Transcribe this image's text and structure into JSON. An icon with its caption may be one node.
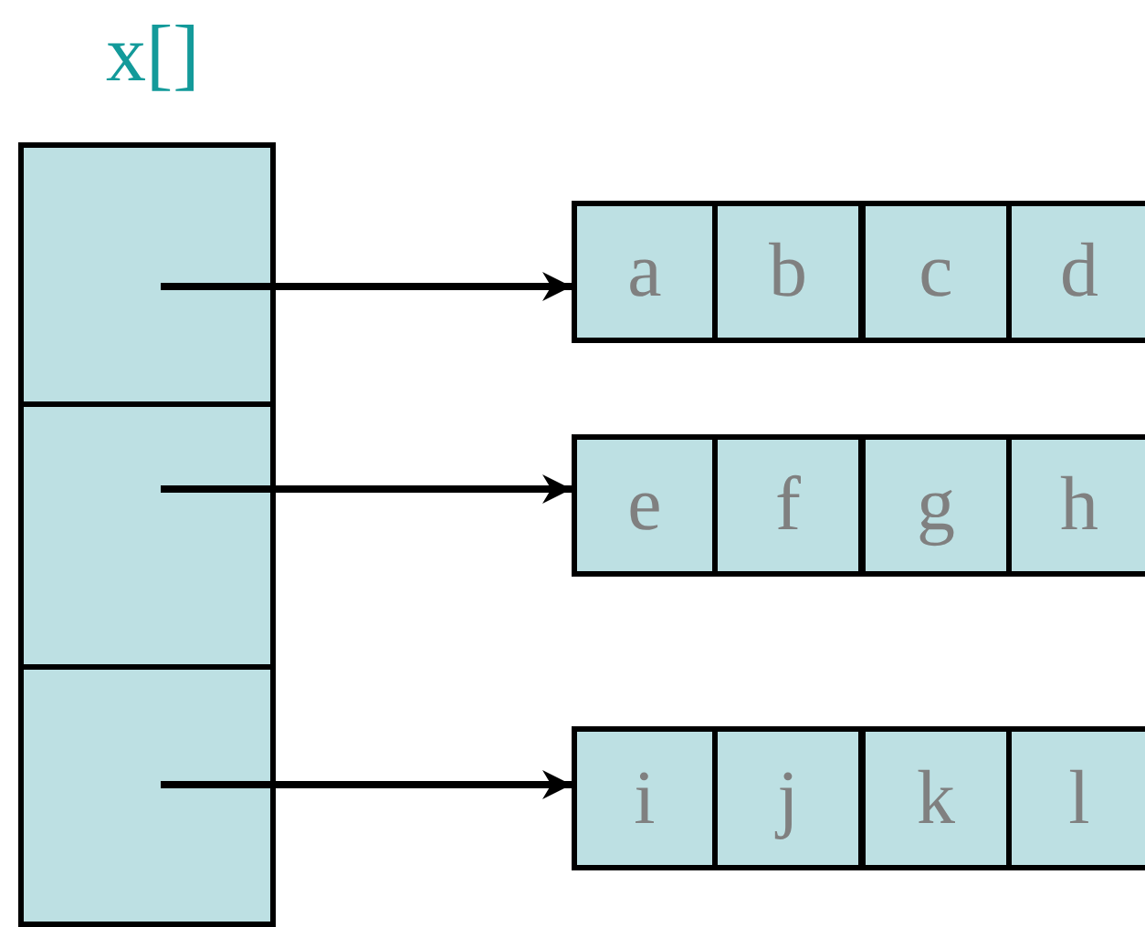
{
  "diagram": {
    "title": "x[]",
    "nodes": [
      {
        "text": [],
        "shape": "box"
      },
      {
        "text": [],
        "shape": "box"
      },
      {
        "text": [],
        "shape": "box"
      },
      {
        "text": [
          "a"
        ]
      },
      {
        "text": [
          "b"
        ]
      },
      {
        "text": [
          "c"
        ]
      },
      {
        "text": [
          "d"
        ]
      },
      {
        "text": [
          "e"
        ]
      },
      {
        "text": [
          "f"
        ]
      },
      {
        "text": [
          "g"
        ]
      },
      {
        "text": [
          "h"
        ]
      },
      {
        "text": [
          "i"
        ]
      },
      {
        "text": [
          "j"
        ]
      },
      {
        "text": [
          "k"
        ]
      },
      {
        "text": [
          "l"
        ]
      }
    ],
    "edges": [
      {
        "from": 0,
        "to": 3,
        "arrow": "to"
      },
      {
        "from": 1,
        "to": 7,
        "arrow": "to"
      },
      {
        "from": 2,
        "to": 11,
        "arrow": "to"
      }
    ]
  }
}
